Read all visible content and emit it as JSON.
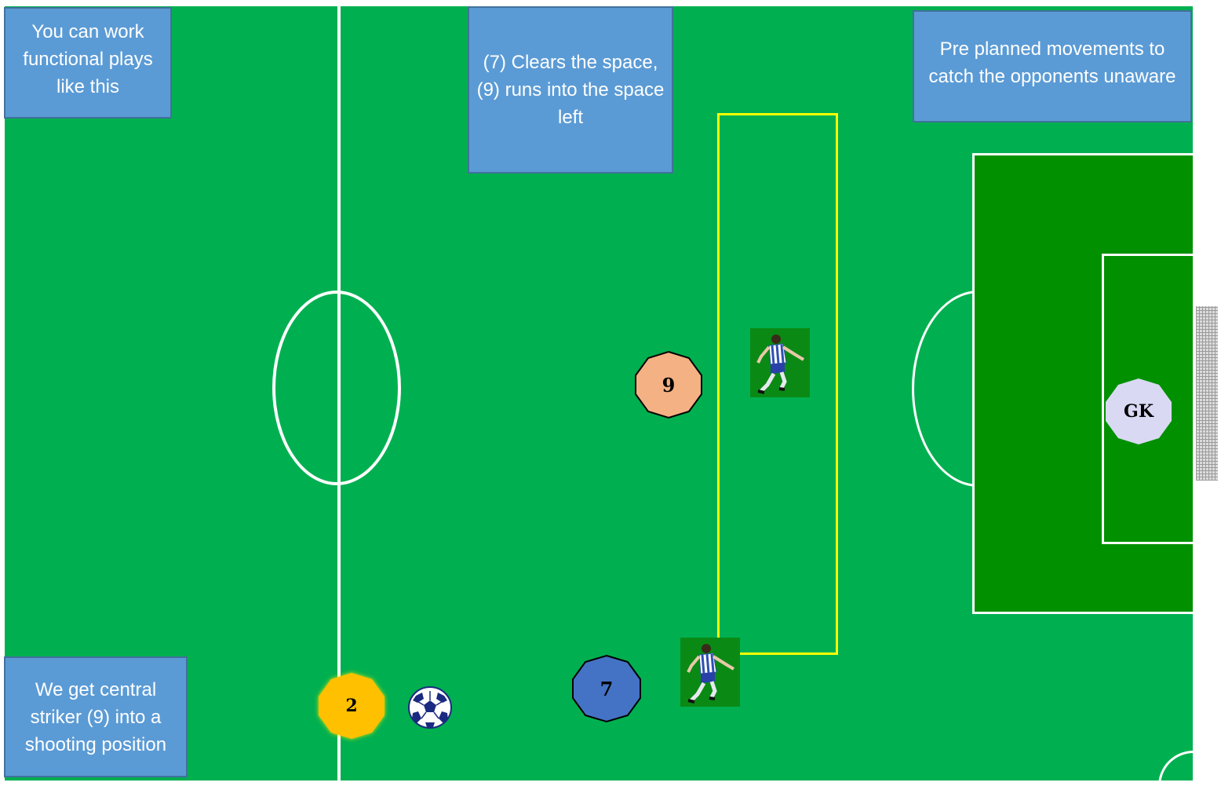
{
  "notes": {
    "top_left": "You can work functional plays like this",
    "top_center": "(7) Clears the space, (9) runs into the space left",
    "top_right": "Pre planned movements to catch the opponents unaware",
    "bottom_left": "We get central striker (9) into a shooting position"
  },
  "tokens": {
    "striker": {
      "label": "9",
      "color": "#f4b183"
    },
    "winger": {
      "label": "7",
      "color": "#4472c4"
    },
    "defender": {
      "label": "2",
      "color": "#ffc000"
    },
    "goalkeeper": {
      "label": "GK",
      "color": "#d9d9f3"
    }
  },
  "colors": {
    "pitch": "#00b050",
    "penalty_area": "#009000",
    "zone_outline": "#ffff00",
    "note_fill": "#5b9bd5"
  },
  "icons": [
    "football-icon",
    "player-icon"
  ]
}
